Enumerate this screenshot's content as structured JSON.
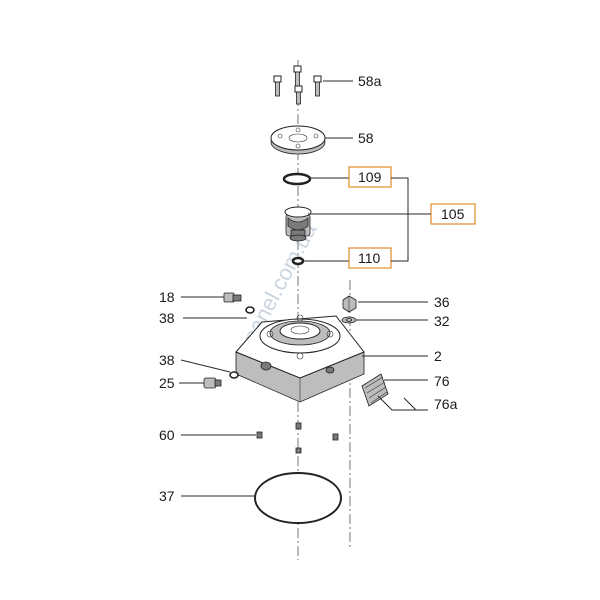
{
  "watermark": "panel.com.ua",
  "parts": {
    "p58a": "58a",
    "p58": "58",
    "p109": "109",
    "p105": "105",
    "p110": "110",
    "p18": "18",
    "p38a": "38",
    "p36": "36",
    "p32": "32",
    "p2": "2",
    "p38b": "38",
    "p25": "25",
    "p76": "76",
    "p76a": "76a",
    "p60": "60",
    "p37": "37"
  },
  "colors": {
    "highlight_box": "#e08a2a",
    "line": "#222222"
  }
}
